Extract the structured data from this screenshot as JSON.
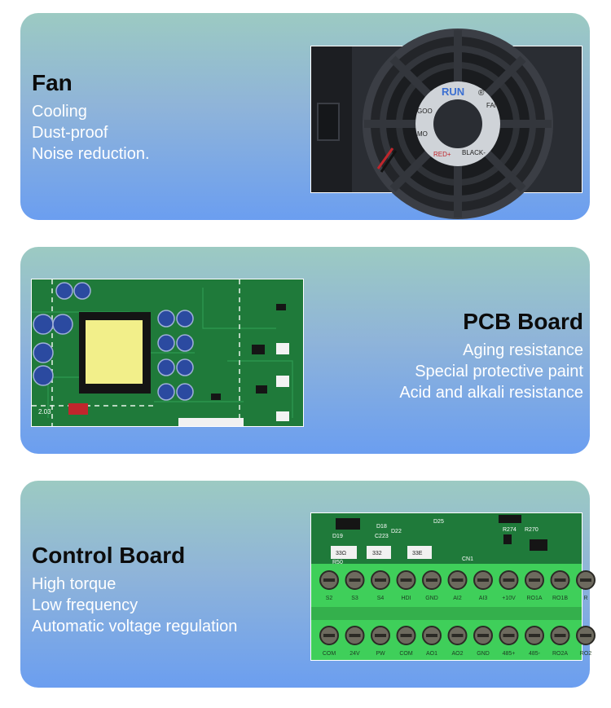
{
  "cards": [
    {
      "title": "Fan",
      "features": [
        "Cooling",
        "Dust-proof",
        "Noise reduction."
      ],
      "photo_icon": "fan-photo",
      "fan_label": {
        "brand": "RUN",
        "registered": "®",
        "good": "GOO",
        "fan": "FAN",
        "red": "RED+",
        "black": "BLACK-",
        "mo": "MO"
      }
    },
    {
      "title": "PCB Board",
      "features": [
        "Aging resistance",
        "Special protective paint",
        "Acid and alkali resistance"
      ],
      "photo_icon": "pcb-photo",
      "pcb_label": {
        "ref": "2.03"
      }
    },
    {
      "title": "Control Board",
      "features": [
        "High torque",
        "Low frequency",
        "Automatic voltage regulation"
      ],
      "photo_icon": "control-board-photo",
      "terminal_top": [
        "S2",
        "S3",
        "S4",
        "HDI",
        "GND",
        "AI2",
        "AI3",
        "+10V",
        "RO1A",
        "RO1B",
        "R"
      ],
      "terminal_bottom": [
        "COM",
        "24V",
        "PW",
        "COM",
        "AO1",
        "AO2",
        "GND",
        "485+",
        "485-",
        "RO2A",
        "RO2"
      ],
      "board_refs": [
        "D19",
        "D18",
        "D22",
        "C223",
        "D25",
        "R274",
        "R270",
        "R50",
        "CN1",
        "33Ω",
        "332",
        "33E"
      ]
    }
  ],
  "colors": {
    "card_top": "#9ccac2",
    "card_bottom": "#6b9ef0",
    "pcb_green": "#1f7a3a",
    "terminal_green": "#3fcf5a"
  }
}
